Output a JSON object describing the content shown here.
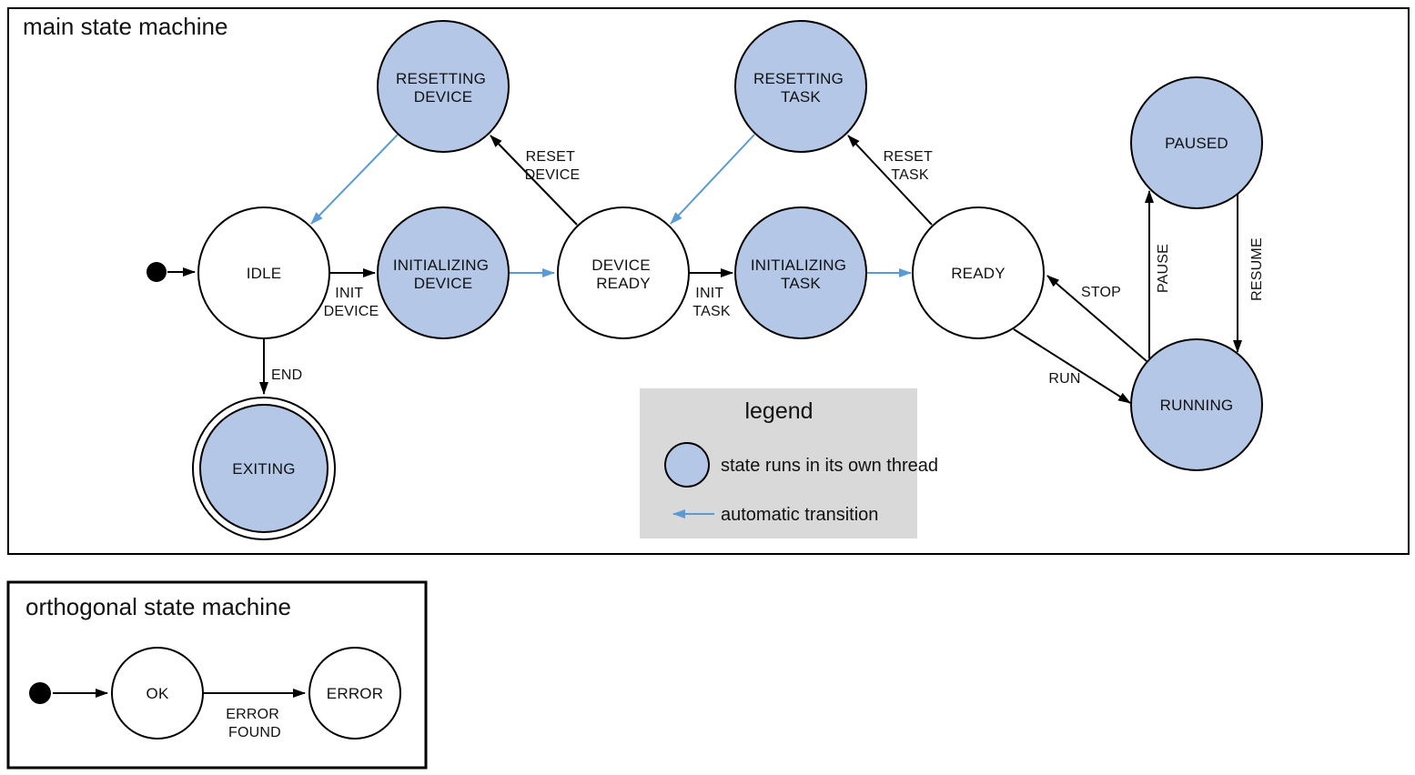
{
  "palette": {
    "state_fill_threaded": "#b4c7e7",
    "state_fill_plain": "#ffffff",
    "stroke": "#000000",
    "auto_transition": "#5b9bd5",
    "legend_background": "#d9d9d9",
    "text": "#111111",
    "background": "#ffffff"
  },
  "main_machine": {
    "title": "main state machine",
    "states": [
      {
        "id": "idle",
        "lines": [
          "IDLE"
        ],
        "threaded": false
      },
      {
        "id": "resetting-device",
        "lines": [
          "RESETTING",
          "DEVICE"
        ],
        "threaded": true
      },
      {
        "id": "initializing-device",
        "lines": [
          "INITIALIZING",
          "DEVICE"
        ],
        "threaded": true
      },
      {
        "id": "device-ready",
        "lines": [
          "DEVICE",
          "READY"
        ],
        "threaded": false
      },
      {
        "id": "resetting-task",
        "lines": [
          "RESETTING",
          "TASK"
        ],
        "threaded": true
      },
      {
        "id": "initializing-task",
        "lines": [
          "INITIALIZING",
          "TASK"
        ],
        "threaded": true
      },
      {
        "id": "ready",
        "lines": [
          "READY"
        ],
        "threaded": false
      },
      {
        "id": "paused",
        "lines": [
          "PAUSED"
        ],
        "threaded": true
      },
      {
        "id": "running",
        "lines": [
          "RUNNING"
        ],
        "threaded": true
      },
      {
        "id": "exiting",
        "lines": [
          "EXITING"
        ],
        "threaded": true,
        "final": true
      }
    ],
    "transitions": [
      {
        "from": "start",
        "to": "idle",
        "label_lines": [],
        "auto": false
      },
      {
        "from": "idle",
        "to": "initializing-device",
        "label_lines": [
          "INIT",
          "DEVICE"
        ],
        "auto": false
      },
      {
        "from": "initializing-device",
        "to": "device-ready",
        "label_lines": [],
        "auto": true
      },
      {
        "from": "device-ready",
        "to": "resetting-device",
        "label_lines": [
          "RESET",
          "DEVICE"
        ],
        "auto": false
      },
      {
        "from": "resetting-device",
        "to": "idle",
        "label_lines": [],
        "auto": true
      },
      {
        "from": "device-ready",
        "to": "initializing-task",
        "label_lines": [
          "INIT",
          "TASK"
        ],
        "auto": false
      },
      {
        "from": "initializing-task",
        "to": "ready",
        "label_lines": [],
        "auto": true
      },
      {
        "from": "ready",
        "to": "resetting-task",
        "label_lines": [
          "RESET",
          "TASK"
        ],
        "auto": false
      },
      {
        "from": "resetting-task",
        "to": "device-ready",
        "label_lines": [],
        "auto": true
      },
      {
        "from": "ready",
        "to": "running",
        "label_lines": [
          "RUN"
        ],
        "auto": false
      },
      {
        "from": "running",
        "to": "ready",
        "label_lines": [
          "STOP"
        ],
        "auto": false
      },
      {
        "from": "running",
        "to": "paused",
        "label_lines": [
          "PAUSE"
        ],
        "auto": false
      },
      {
        "from": "paused",
        "to": "running",
        "label_lines": [
          "RESUME"
        ],
        "auto": false
      },
      {
        "from": "idle",
        "to": "exiting",
        "label_lines": [
          "END"
        ],
        "auto": false
      }
    ]
  },
  "legend": {
    "title": "legend",
    "thread_item": "state runs in its own thread",
    "auto_item": "automatic transition"
  },
  "orthogonal_machine": {
    "title": "orthogonal state machine",
    "states": [
      {
        "id": "ok",
        "lines": [
          "OK"
        ],
        "threaded": false
      },
      {
        "id": "error",
        "lines": [
          "ERROR"
        ],
        "threaded": false
      }
    ],
    "transitions": [
      {
        "from": "start",
        "to": "ok",
        "label_lines": [],
        "auto": false
      },
      {
        "from": "ok",
        "to": "error",
        "label_lines": [
          "ERROR",
          "FOUND"
        ],
        "auto": false
      }
    ]
  }
}
